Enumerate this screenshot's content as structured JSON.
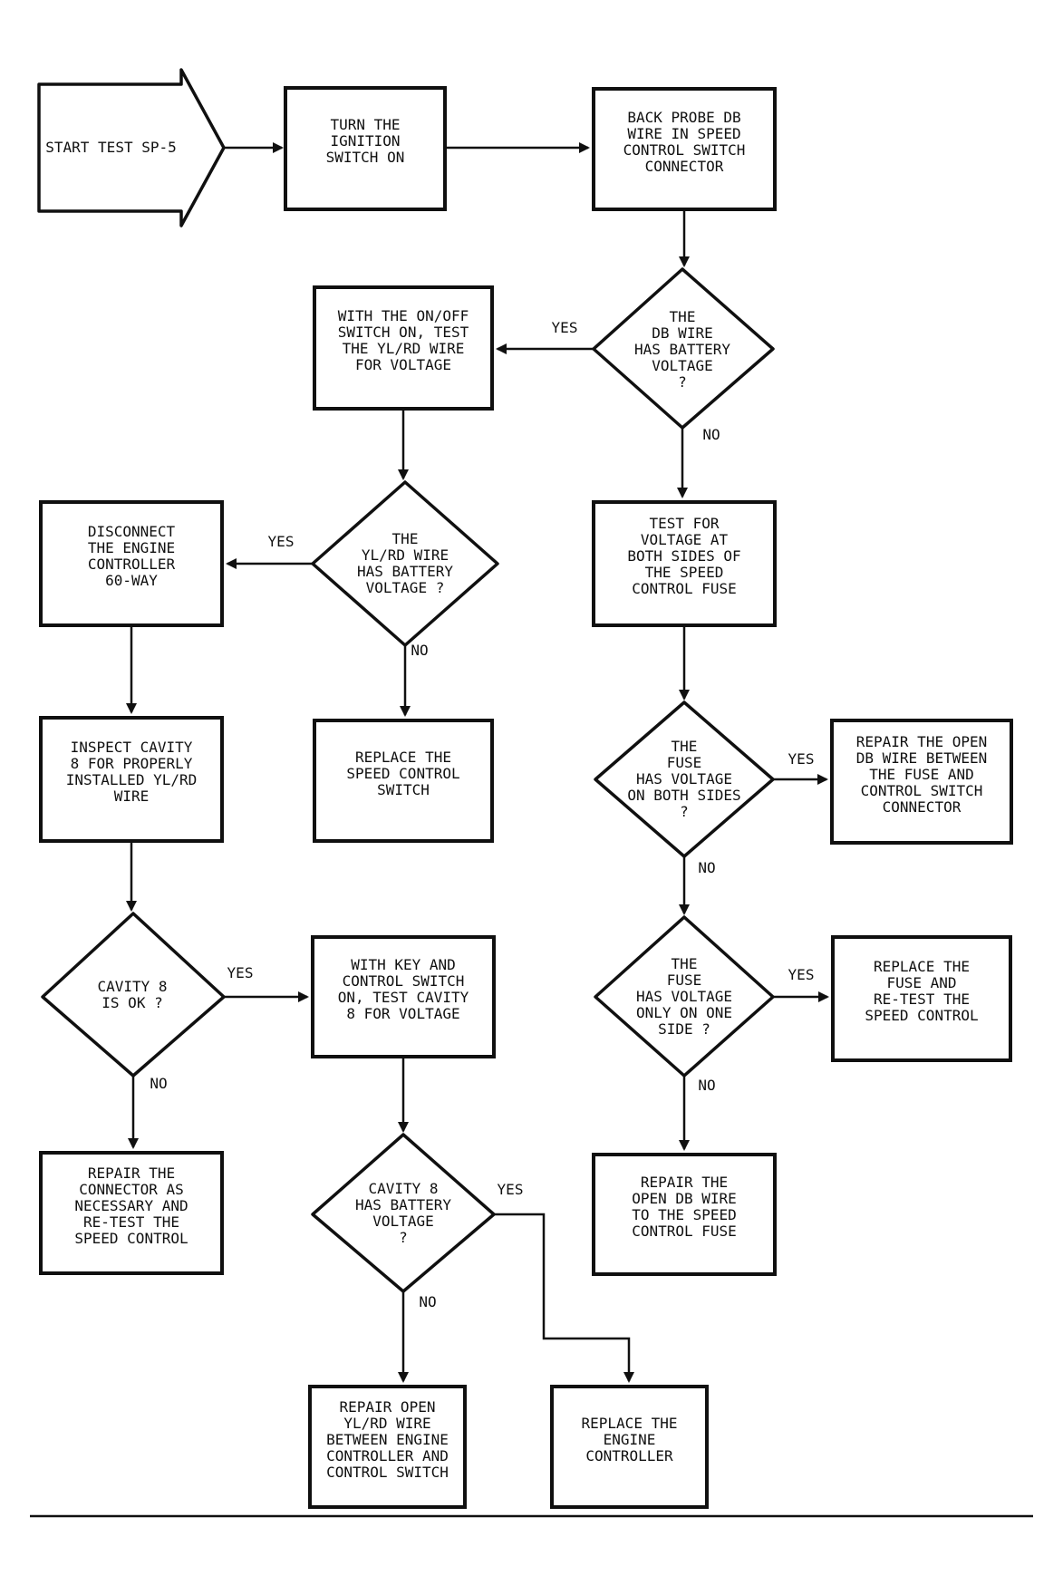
{
  "flowchart": {
    "doc_type": "speed-control diagnostic flowchart",
    "ink_color": "#101010",
    "background_color": "#ffffff",
    "labels": {
      "yes": "YES",
      "no": "NO"
    },
    "nodes": {
      "start": {
        "label": "START TEST SP-5"
      },
      "turn_ignition": {
        "label": "TURN THE\nIGNITION\nSWITCH ON"
      },
      "back_probe": {
        "label": "BACK PROBE DB\nWIRE IN SPEED\nCONTROL SWITCH\nCONNECTOR"
      },
      "db_wire_has_voltage": {
        "label": "THE\nDB WIRE\nHAS BATTERY\nVOLTAGE\n?"
      },
      "test_ylrd_wire": {
        "label": "WITH THE ON/OFF\nSWITCH ON, TEST\nTHE YL/RD WIRE\nFOR VOLTAGE"
      },
      "ylrd_has_voltage": {
        "label": "THE\nYL/RD WIRE\nHAS BATTERY\nVOLTAGE ?"
      },
      "disconnect_controller": {
        "label": "DISCONNECT\nTHE ENGINE\nCONTROLLER\n60-WAY"
      },
      "test_fuse": {
        "label": "TEST FOR\nVOLTAGE AT\nBOTH SIDES OF\nTHE SPEED\nCONTROL FUSE"
      },
      "inspect_cavity8": {
        "label": "INSPECT CAVITY\n8 FOR PROPERLY\nINSTALLED YL/RD\nWIRE"
      },
      "replace_switch": {
        "label": "REPLACE THE\nSPEED CONTROL\nSWITCH"
      },
      "fuse_voltage_both": {
        "label": "THE\nFUSE\nHAS VOLTAGE\nON BOTH SIDES\n?"
      },
      "repair_db_fuse_to_switch": {
        "label": "REPAIR THE OPEN\nDB WIRE BETWEEN\nTHE FUSE AND\nCONTROL SWITCH\nCONNECTOR"
      },
      "fuse_voltage_one": {
        "label": "THE\nFUSE\nHAS VOLTAGE\nONLY ON ONE\nSIDE ?"
      },
      "replace_fuse": {
        "label": "REPLACE THE\nFUSE AND\nRE-TEST THE\nSPEED CONTROL"
      },
      "cavity8_ok": {
        "label": "CAVITY 8\nIS OK ?"
      },
      "test_cavity8": {
        "label": "WITH KEY AND\nCONTROL SWITCH\nON, TEST CAVITY\n8 FOR VOLTAGE"
      },
      "repair_connector": {
        "label": "REPAIR THE\nCONNECTOR AS\nNECESSARY AND\nRE-TEST THE\nSPEED CONTROL"
      },
      "repair_db_to_fuse": {
        "label": "REPAIR THE\nOPEN DB WIRE\nTO THE SPEED\nCONTROL FUSE"
      },
      "cavity8_has_voltage": {
        "label": "CAVITY 8\nHAS BATTERY\nVOLTAGE\n?"
      },
      "repair_ylrd_wire": {
        "label": "REPAIR OPEN\nYL/RD WIRE\nBETWEEN ENGINE\nCONTROLLER AND\nCONTROL SWITCH"
      },
      "replace_controller": {
        "label": "REPLACE THE\nENGINE\nCONTROLLER"
      }
    },
    "edges": [
      {
        "from": "start",
        "to": "turn_ignition"
      },
      {
        "from": "turn_ignition",
        "to": "back_probe"
      },
      {
        "from": "back_probe",
        "to": "db_wire_has_voltage"
      },
      {
        "from": "db_wire_has_voltage",
        "to": "test_ylrd_wire",
        "label": "YES"
      },
      {
        "from": "db_wire_has_voltage",
        "to": "test_fuse",
        "label": "NO"
      },
      {
        "from": "test_ylrd_wire",
        "to": "ylrd_has_voltage"
      },
      {
        "from": "ylrd_has_voltage",
        "to": "disconnect_controller",
        "label": "YES"
      },
      {
        "from": "ylrd_has_voltage",
        "to": "replace_switch",
        "label": "NO"
      },
      {
        "from": "disconnect_controller",
        "to": "inspect_cavity8"
      },
      {
        "from": "inspect_cavity8",
        "to": "cavity8_ok"
      },
      {
        "from": "cavity8_ok",
        "to": "test_cavity8",
        "label": "YES"
      },
      {
        "from": "cavity8_ok",
        "to": "repair_connector",
        "label": "NO"
      },
      {
        "from": "test_cavity8",
        "to": "cavity8_has_voltage"
      },
      {
        "from": "cavity8_has_voltage",
        "to": "replace_controller",
        "label": "YES"
      },
      {
        "from": "cavity8_has_voltage",
        "to": "repair_ylrd_wire",
        "label": "NO"
      },
      {
        "from": "test_fuse",
        "to": "fuse_voltage_both"
      },
      {
        "from": "fuse_voltage_both",
        "to": "repair_db_fuse_to_switch",
        "label": "YES"
      },
      {
        "from": "fuse_voltage_both",
        "to": "fuse_voltage_one",
        "label": "NO"
      },
      {
        "from": "fuse_voltage_one",
        "to": "replace_fuse",
        "label": "YES"
      },
      {
        "from": "fuse_voltage_one",
        "to": "repair_db_to_fuse",
        "label": "NO"
      }
    ]
  }
}
